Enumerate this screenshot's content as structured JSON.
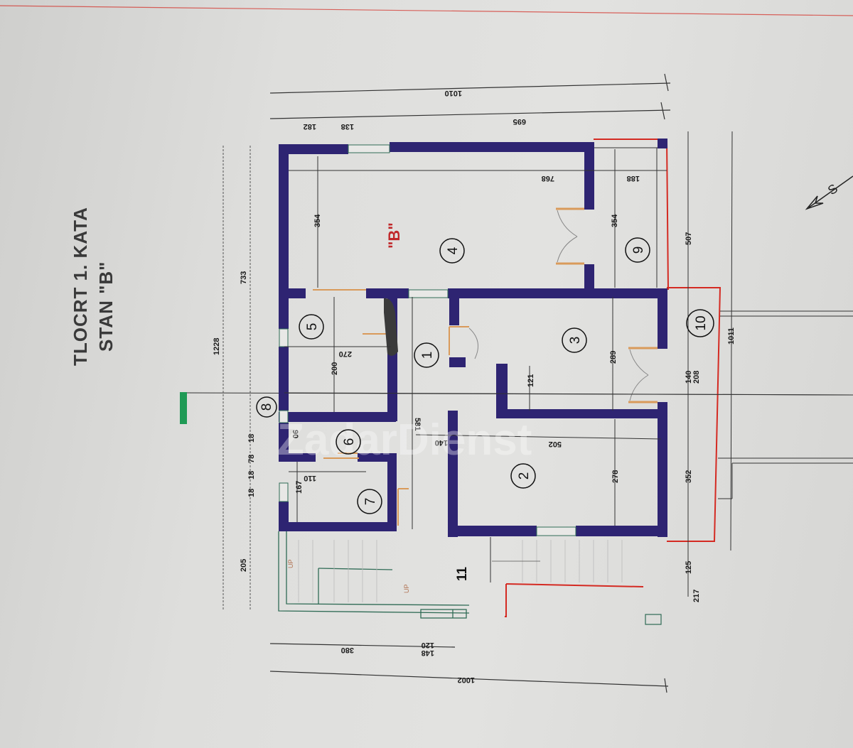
{
  "title": {
    "line1": "TLOCRT 1. KATA",
    "line2": "STAN \"B\""
  },
  "flat_label": "\"B\"",
  "watermark": "ZadarDienst",
  "colors": {
    "wall": "#2e2472",
    "boundary": "#d42a22",
    "door": "#d99a5a",
    "stair": "#2f6b55",
    "marker": "#1f9a55",
    "dim_line": "#333333",
    "room_label": "#c0282a"
  },
  "rooms": [
    {
      "id": "1",
      "label": "1"
    },
    {
      "id": "2",
      "label": "2"
    },
    {
      "id": "3",
      "label": "3"
    },
    {
      "id": "4",
      "label": "4"
    },
    {
      "id": "5",
      "label": "5"
    },
    {
      "id": "6",
      "label": "6"
    },
    {
      "id": "7",
      "label": "7"
    },
    {
      "id": "8",
      "label": "8"
    },
    {
      "id": "9",
      "label": "9"
    },
    {
      "id": "10",
      "label": "10"
    },
    {
      "id": "11",
      "label": "11"
    }
  ],
  "dimensions": {
    "top_overall": "1010",
    "top_seg_182": "182",
    "top_seg_138": "138",
    "top_seg_695": "695",
    "left_overall": "1228",
    "left_733": "733",
    "left_18a": "18",
    "left_78": "78",
    "left_18b": "18",
    "left_18c": "18",
    "left_205": "205",
    "room4_width": "768",
    "room4_depth": "354",
    "room9_width": "188",
    "room9_depth": "354",
    "room5_width": "270",
    "room5_depth": "200",
    "corridor_581": "581",
    "corridor_140": "140",
    "room6_90": "90",
    "room7_110": "110",
    "room7_167": "167",
    "room3_121": "121",
    "room3_289": "289",
    "room2_502": "502",
    "room2_278": "278",
    "right_507": "507",
    "right_140": "140",
    "right_208": "208",
    "right_352": "352",
    "right_125": "125",
    "right_217": "217",
    "right_1011": "1011",
    "bottom_380": "380",
    "bottom_120": "120",
    "bottom_148": "148",
    "bottom_overall": "1002"
  },
  "stair_labels": {
    "up1": "UP",
    "up2": "UP"
  },
  "north_arrow": {
    "label": "S"
  }
}
